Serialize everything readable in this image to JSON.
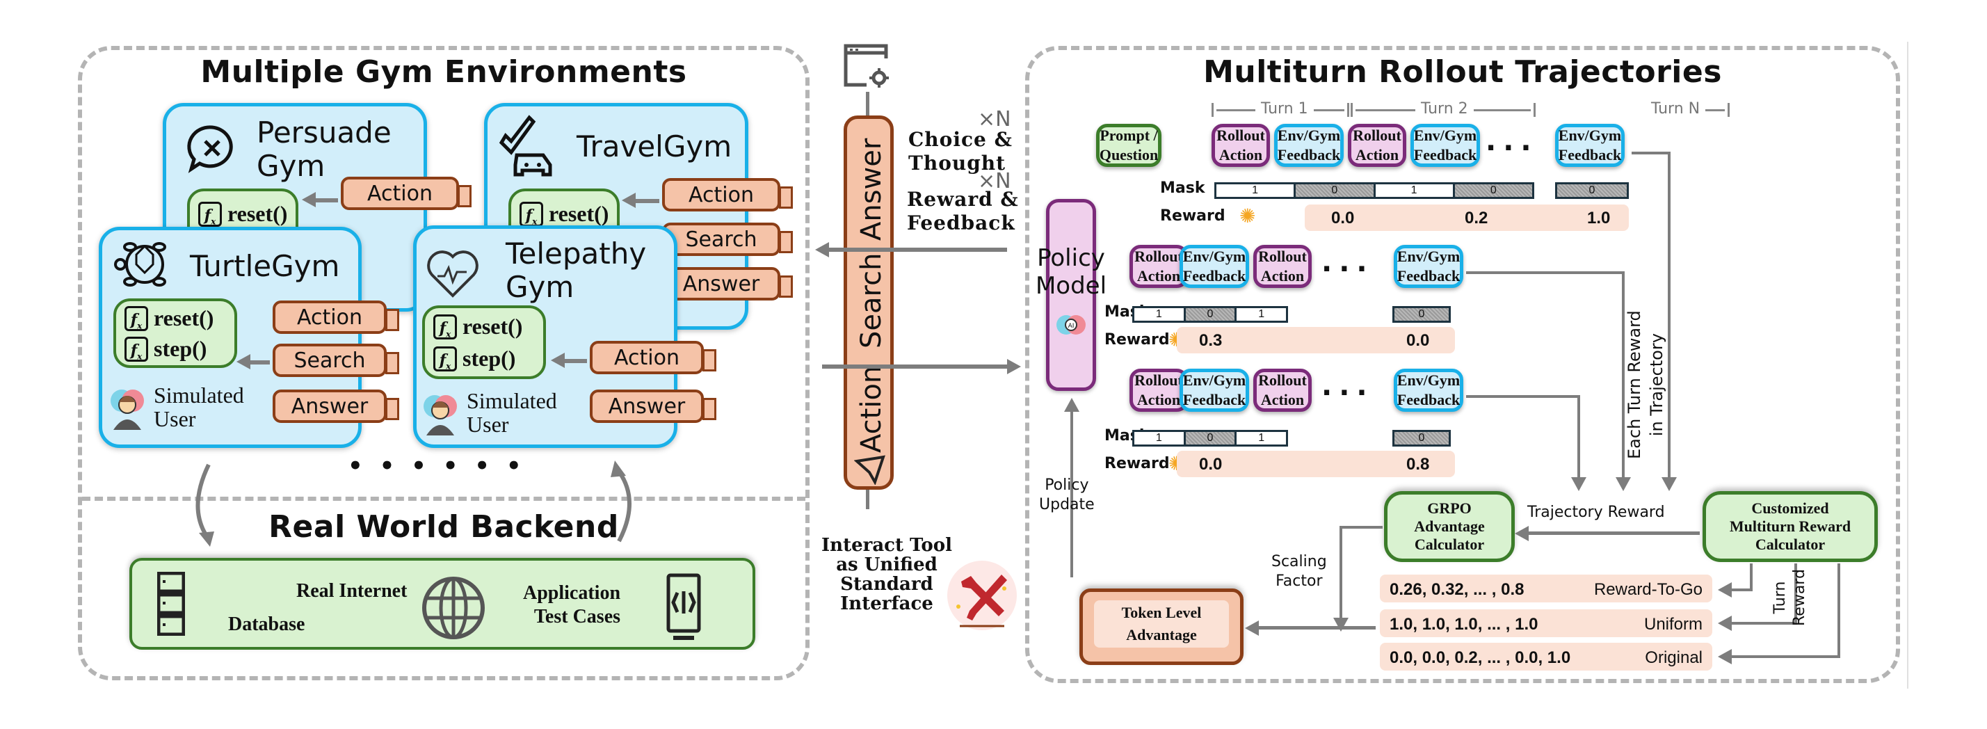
{
  "left_panel": {
    "title": "Multiple Gym Environments",
    "gyms": [
      {
        "name_line1": "Persuade",
        "name_line2": "Gym",
        "icon": "chat-x-icon",
        "functions": [
          "reset()"
        ],
        "tools": [
          "Action"
        ]
      },
      {
        "name_line1": "TravelGym",
        "name_line2": "",
        "icon": "travel-check-car-icon",
        "functions": [
          "reset()"
        ],
        "tools": [
          "Action",
          "Search",
          "Answer"
        ]
      },
      {
        "name_line1": "TurtleGym",
        "name_line2": "",
        "icon": "turtle-icon",
        "functions": [
          "reset()",
          "step()"
        ],
        "tools": [
          "Action",
          "Search",
          "Answer"
        ],
        "user_line1": "Simulated",
        "user_line2": "User"
      },
      {
        "name_line1": "Telepathy",
        "name_line2": "Gym",
        "icon": "heart-pulse-icon",
        "functions": [
          "reset()",
          "step()"
        ],
        "tools": [
          "Action",
          "Answer"
        ],
        "user_line1": "Simulated",
        "user_line2": "User"
      }
    ],
    "ellipsis": "• • • • • •",
    "backend": {
      "title": "Real World Backend",
      "database": "Database",
      "internet": "Real Internet",
      "app_line1": "Application",
      "app_line2": "Test Cases"
    }
  },
  "middle": {
    "tool_labels": [
      "Action",
      "Search",
      "Answer"
    ],
    "top_arrow_mult": "×N",
    "top_arrow_line1": "Choice &",
    "top_arrow_line2": "Thought",
    "bottom_arrow_mult": "×N",
    "bottom_arrow_line1": "Reward &",
    "bottom_arrow_line2": "Feedback",
    "caption_lines": [
      "Interact Tool",
      "as Unified",
      "Standard",
      "Interface"
    ]
  },
  "right_panel": {
    "title": "Multiturn Rollout Trajectories",
    "turn_labels": [
      "Turn 1",
      "Turn 2",
      "Turn N"
    ],
    "prompt_chip": {
      "line1": "Prompt /",
      "line2": "Question"
    },
    "rollout_chip": {
      "line1": "Rollout",
      "line2": "Action"
    },
    "env_chip": {
      "line1": "Env/Gym",
      "line2": "Feedback"
    },
    "mask_label": "Mask",
    "reward_label": "Reward",
    "policy_model": {
      "line1": "Policy",
      "line2": "Model",
      "badge": "AI"
    },
    "trajectories": [
      {
        "mask": [
          "1",
          "0",
          "1",
          "0",
          "0"
        ],
        "rewards": [
          "0.0",
          "0.2",
          "1.0"
        ]
      },
      {
        "mask": [
          "1",
          "0",
          "1",
          "0"
        ],
        "rewards": [
          "0.3",
          "0.0"
        ]
      },
      {
        "mask": [
          "1",
          "0",
          "1",
          "0"
        ],
        "rewards": [
          "0.0",
          "0.8"
        ]
      }
    ],
    "each_turn_line1": "Each Turn Reward",
    "each_turn_line2": "in Trajectory",
    "policy_update_line1": "Policy",
    "policy_update_line2": "Update",
    "grpo": {
      "line1": "GRPO",
      "line2": "Advantage",
      "line3": "Calculator"
    },
    "custom": {
      "line1": "Customized",
      "line2": "Multiturn Reward",
      "line3": "Calculator"
    },
    "trajectory_reward": "Trajectory Reward",
    "scaling_line1": "Scaling",
    "scaling_line2": "Factor",
    "turn_reward_line1": "Turn",
    "turn_reward_line2": "Reward",
    "token_level": {
      "line1": "Token Level",
      "line2": "Advantage"
    },
    "reward_schemes": [
      {
        "values": "0.26, 0.32, ... , 0.8",
        "name": "Reward-To-Go"
      },
      {
        "values": "1.0, 1.0, 1.0, ... , 1.0",
        "name": "Uniform"
      },
      {
        "values": "0.0, 0.0, 0.2, ... , 0.0, 1.0",
        "name": "Original"
      }
    ]
  },
  "colors": {
    "gym_fill": "#d2eefa",
    "gym_border": "#19b0e8",
    "fn_fill": "#d9f2d0",
    "fn_border": "#3c7d2a",
    "tool_fill": "#f5c3a8",
    "tool_border": "#8b3e17",
    "rollout_fill": "#f0d0ec",
    "rollout_border": "#7b2b7a",
    "reward_fill": "#fbe2d6",
    "arrow": "#7d7d7d"
  }
}
